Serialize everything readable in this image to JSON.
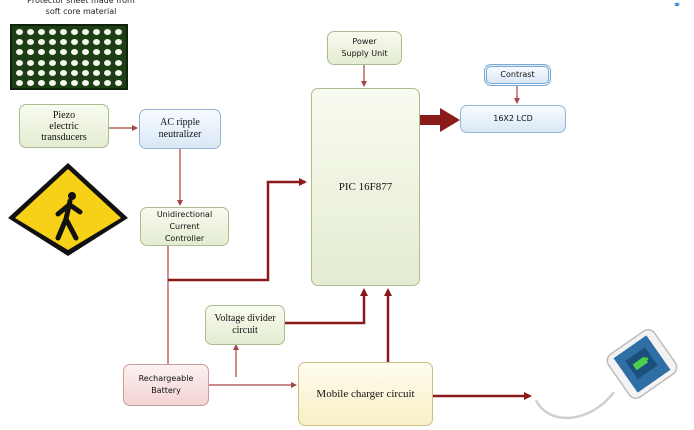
{
  "caption": "Protector sheet made from\nsoft core material",
  "blocks": {
    "piezo": "Piezo\nelectric\ntransducers",
    "ac_ripple": "AC ripple\nneutralizer",
    "unidirectional": "Unidirectional\nCurrent\nController",
    "power_supply": "Power\nSupply Unit",
    "pic": "PIC 16F877",
    "contrast": "Contrast",
    "lcd": "16X2 LCD",
    "voltage_divider": "Voltage divider\ncircuit",
    "battery": "Rechargeable\nBattery",
    "mobile_charger": "Mobile charger circuit"
  },
  "colors": {
    "arrow": "#8b1a1a",
    "wire": "#a94444",
    "mesh_bg": "#1d3d14",
    "mesh_dot": "#f4f8ee",
    "sign": "#f7d117"
  },
  "icons": {
    "corner": "link-icon",
    "sign": "pedestrian-crossing-sign",
    "phone": "smartphone-charging-icon"
  }
}
